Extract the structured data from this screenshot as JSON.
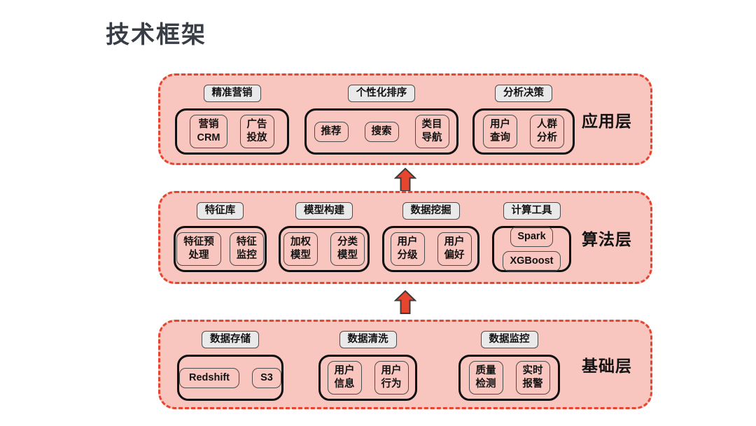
{
  "title": "技术框架",
  "colors": {
    "layer_bg": "#f8c6bf",
    "layer_border": "#e64530",
    "label_bg": "#e9e9e9",
    "label_border": "#4c4c4c",
    "group_border": "#0f0f0f",
    "item_border": "#4c4c4c",
    "arrow_fill": "#e8452e",
    "arrow_stroke": "#3c3c3c",
    "title_color": "#383d46",
    "text_color": "#121212"
  },
  "layers": [
    {
      "name": "应用层",
      "groups": [
        {
          "label": "精准营销",
          "items": [
            "营销\nCRM",
            "广告\n投放"
          ]
        },
        {
          "label": "个性化排序",
          "items": [
            "推荐",
            "搜索",
            "类目\n导航"
          ]
        },
        {
          "label": "分析决策",
          "items": [
            "用户\n查询",
            "人群\n分析"
          ]
        }
      ]
    },
    {
      "name": "算法层",
      "groups": [
        {
          "label": "特征库",
          "items": [
            "特征预\n处理",
            "特征\n监控"
          ]
        },
        {
          "label": "模型构建",
          "items": [
            "加权\n模型",
            "分类\n模型"
          ]
        },
        {
          "label": "数据挖掘",
          "items": [
            "用户\n分级",
            "用户\n偏好"
          ]
        },
        {
          "label": "计算工具",
          "items": [
            "Spark",
            "XGBoost"
          ],
          "orientation": "vertical"
        }
      ]
    },
    {
      "name": "基础层",
      "groups": [
        {
          "label": "数据存储",
          "items": [
            "Redshift",
            "S3"
          ]
        },
        {
          "label": "数据清洗",
          "items": [
            "用户\n信息",
            "用户\n行为"
          ]
        },
        {
          "label": "数据监控",
          "items": [
            "质量\n检测",
            "实时\n报警"
          ]
        }
      ]
    }
  ]
}
